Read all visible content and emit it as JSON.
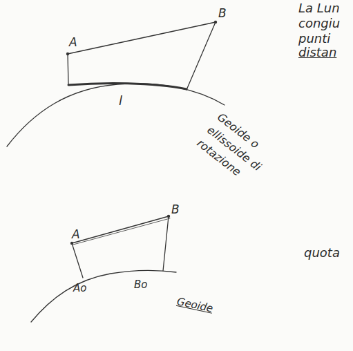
{
  "diagram": {
    "labels": [
      "La Lun",
      "congiu",
      "punti",
      "distan",
      "A",
      "B",
      "l",
      "Geoide o ellissoide di rotazione",
      "A",
      "B",
      "Ao",
      "Bo",
      "Geoide",
      "quota"
    ]
  }
}
